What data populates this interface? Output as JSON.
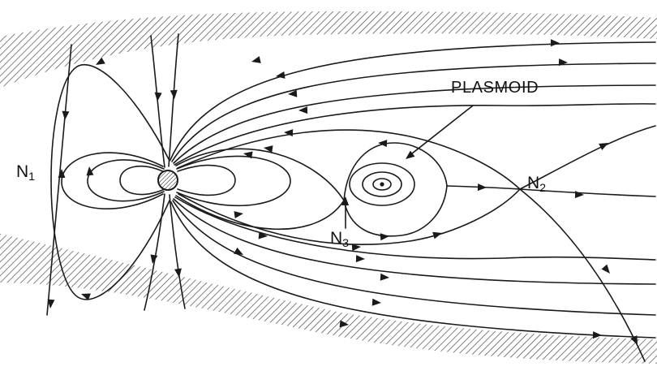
{
  "figure": {
    "background_color": "#ffffff",
    "line_color": "#1a1a1a",
    "hatch_color": "#4a4a4a",
    "labels": {
      "n1": {
        "base": "N",
        "sub": "1"
      },
      "n2": {
        "base": "N",
        "sub": "2"
      },
      "n3": {
        "base": "N",
        "sub": "3"
      },
      "plasmoid": "PLASMOID"
    }
  }
}
